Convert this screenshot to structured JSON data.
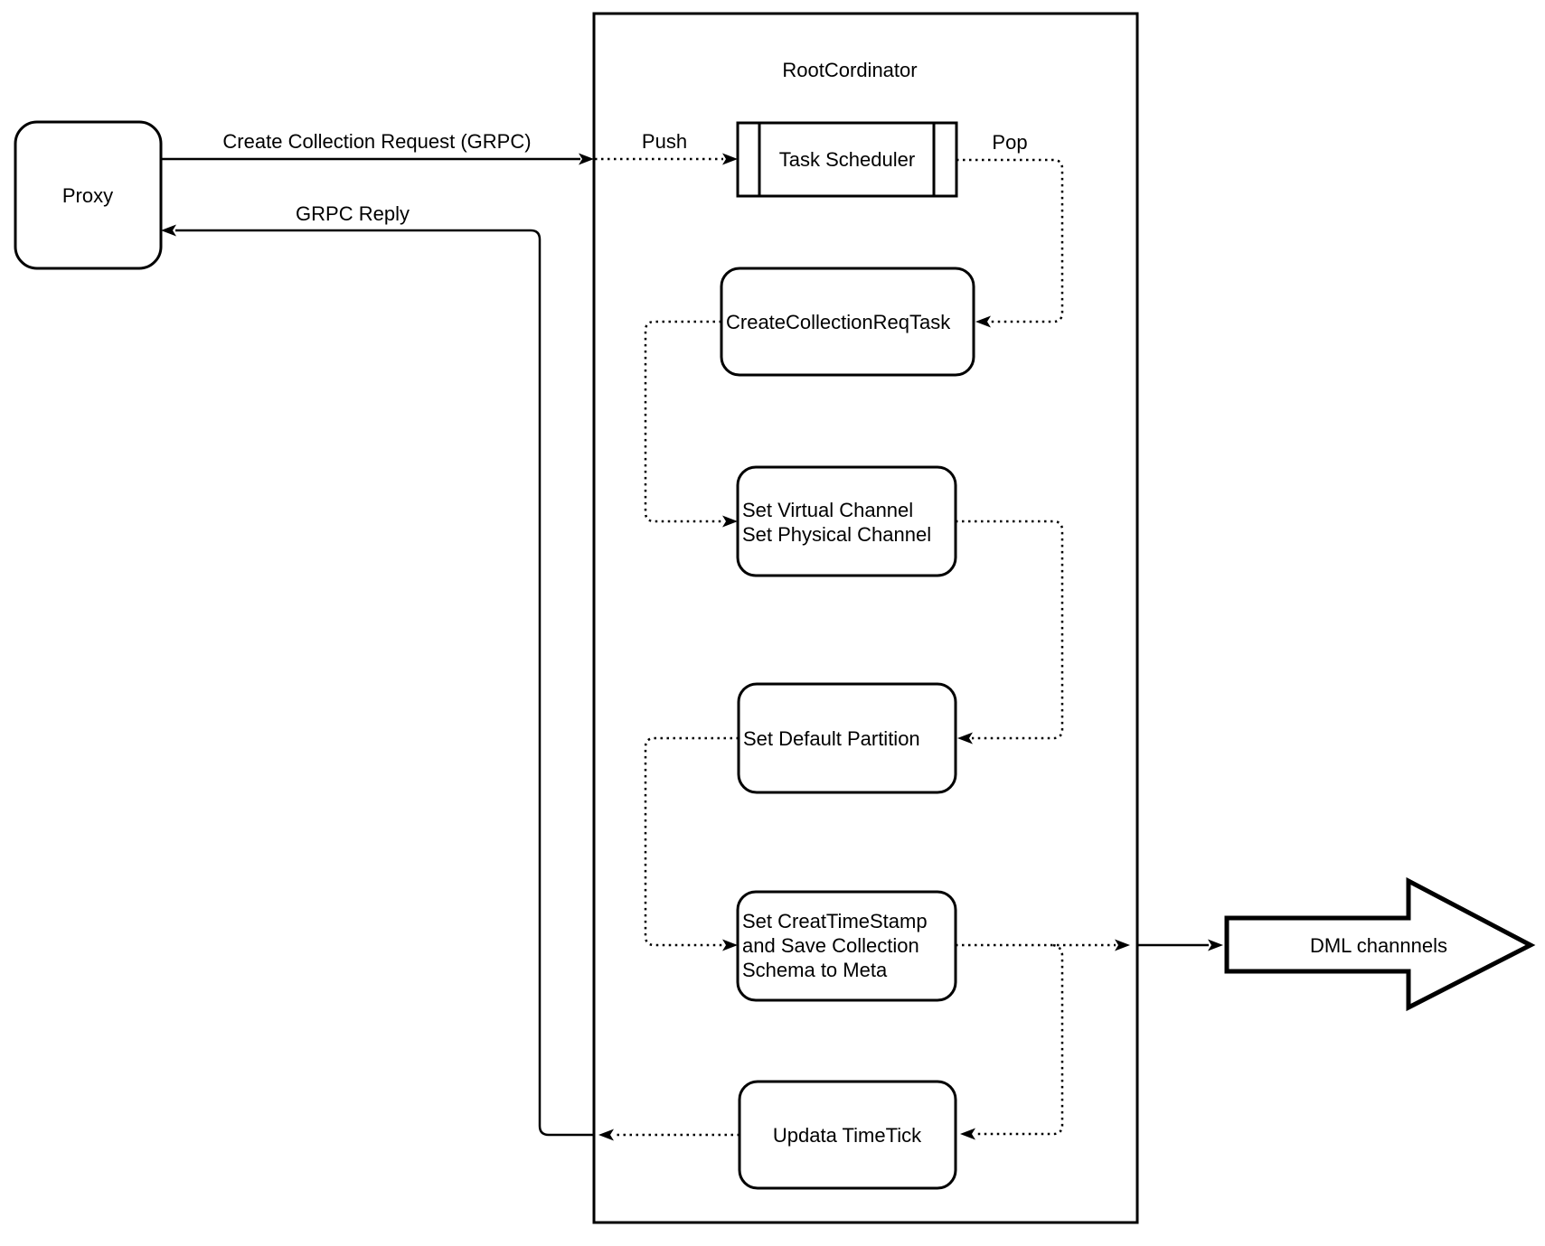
{
  "diagram": {
    "container": {
      "title": "RootCordinator"
    },
    "nodes": {
      "proxy": {
        "label": "Proxy"
      },
      "task_scheduler": {
        "label": "Task Scheduler"
      },
      "create_collection_req_task": {
        "label": "CreateCollectionReqTask"
      },
      "set_channel": {
        "lines": [
          "Set Virtual Channel",
          "Set Physical Channel"
        ]
      },
      "set_default_partition": {
        "label": "Set Default Partition"
      },
      "set_creat_timestamp": {
        "lines": [
          "Set CreatTimeStamp",
          "and Save Collection",
          "Schema to Meta"
        ]
      },
      "updata_timetick": {
        "label": "Updata TimeTick"
      },
      "dml_channels": {
        "label": "DML channnels"
      }
    },
    "edges": {
      "create_collection_request": {
        "label": "Create Collection Request (GRPC)"
      },
      "grpc_reply": {
        "label": "GRPC Reply"
      },
      "push": {
        "label": "Push"
      },
      "pop": {
        "label": "Pop"
      }
    },
    "colors": {
      "stroke": "#000000",
      "background": "#ffffff"
    }
  }
}
